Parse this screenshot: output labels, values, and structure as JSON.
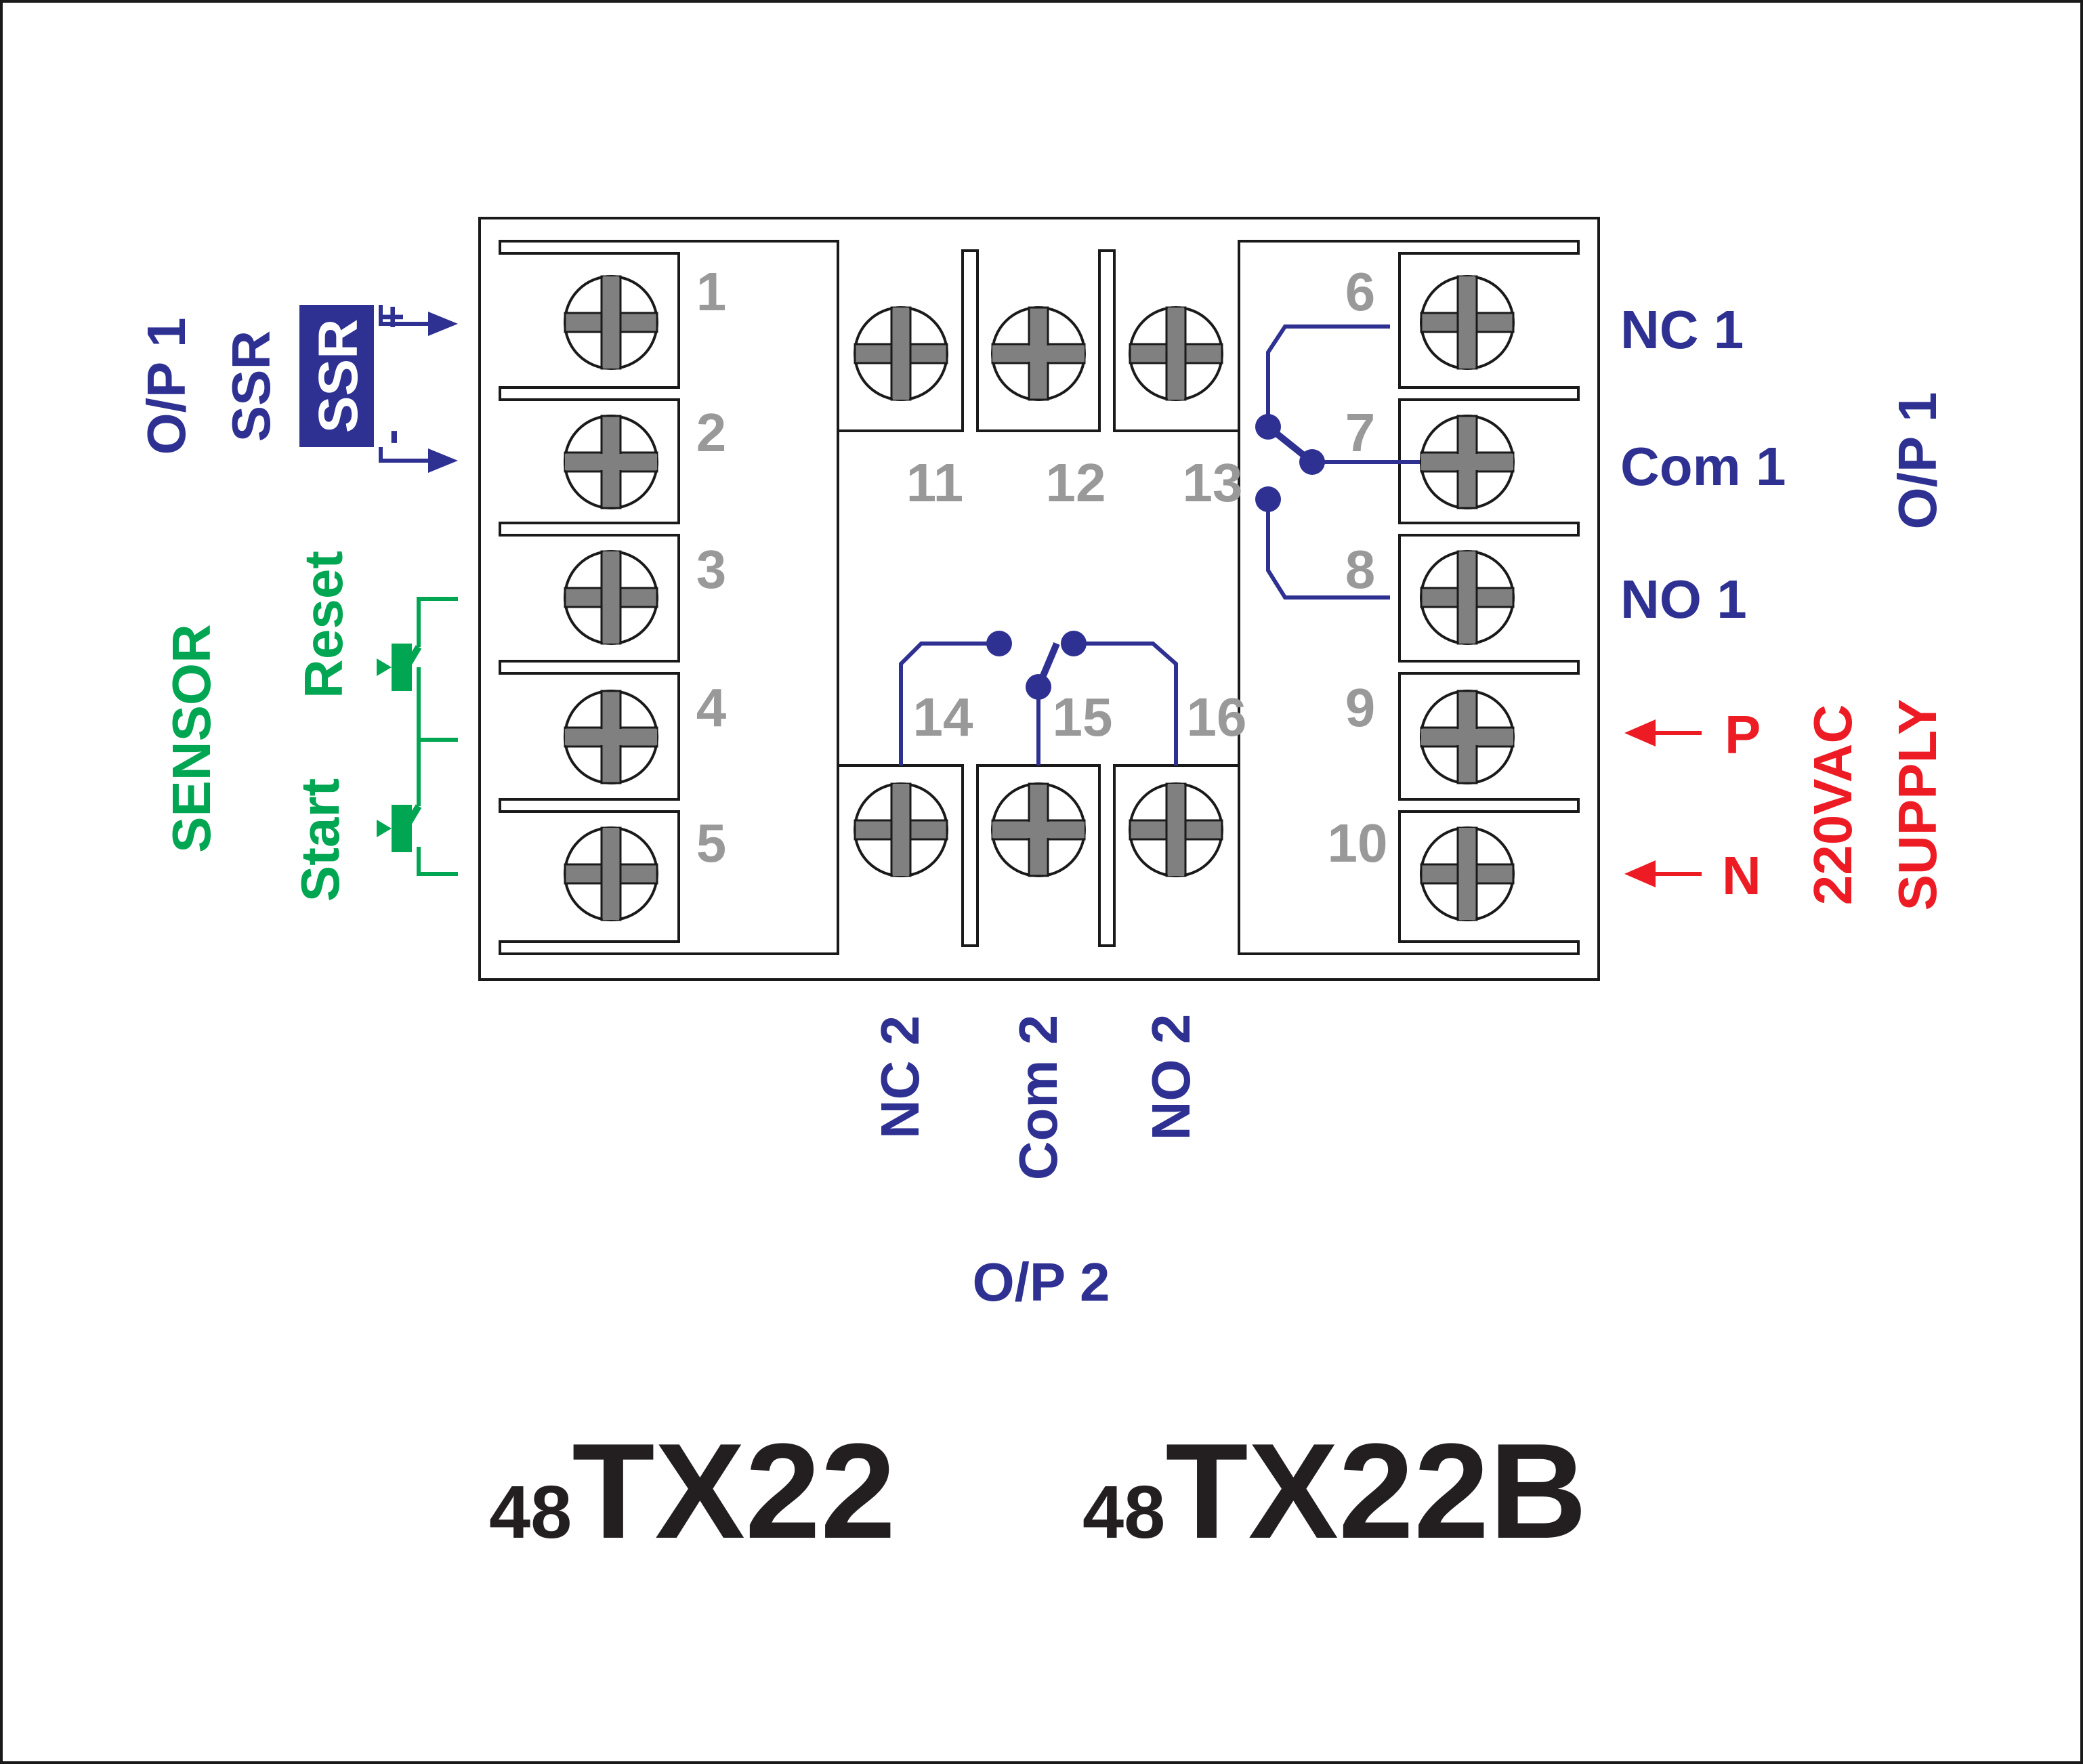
{
  "colors": {
    "outline": "#1a1a1a",
    "terminal_number": "#999999",
    "blue": "#2e3192",
    "green": "#00a651",
    "red": "#ed1c24",
    "screw_fill": "#808080",
    "model": "#231f20"
  },
  "terminals": [
    {
      "id": 1,
      "label": "1"
    },
    {
      "id": 2,
      "label": "2"
    },
    {
      "id": 3,
      "label": "3"
    },
    {
      "id": 4,
      "label": "4"
    },
    {
      "id": 5,
      "label": "5"
    },
    {
      "id": 6,
      "label": "6"
    },
    {
      "id": 7,
      "label": "7"
    },
    {
      "id": 8,
      "label": "8"
    },
    {
      "id": 9,
      "label": "9"
    },
    {
      "id": 10,
      "label": "10"
    },
    {
      "id": 11,
      "label": "11"
    },
    {
      "id": 12,
      "label": "12"
    },
    {
      "id": 13,
      "label": "13"
    },
    {
      "id": 14,
      "label": "14"
    },
    {
      "id": 15,
      "label": "15"
    },
    {
      "id": 16,
      "label": "16"
    }
  ],
  "left": {
    "op1": "O/P 1",
    "ssr_label": "SSR",
    "ssr_box": "SSR",
    "plus": "+",
    "minus": "-",
    "sensor": "SENSOR",
    "reset": "Reset",
    "start": "Start"
  },
  "right": {
    "nc1": "NC 1",
    "com1": "Com 1",
    "no1": "NO 1",
    "op1": "O/P 1",
    "p": "P",
    "n": "N",
    "vac": "220VAC",
    "supply": "SUPPLY"
  },
  "bottom": {
    "nc2": "NC 2",
    "com2": "Com 2",
    "no2": "NO 2",
    "op2": "O/P 2"
  },
  "models": [
    {
      "prefix": "48",
      "name": "TX22"
    },
    {
      "prefix": "48",
      "name": "TX22B"
    }
  ]
}
